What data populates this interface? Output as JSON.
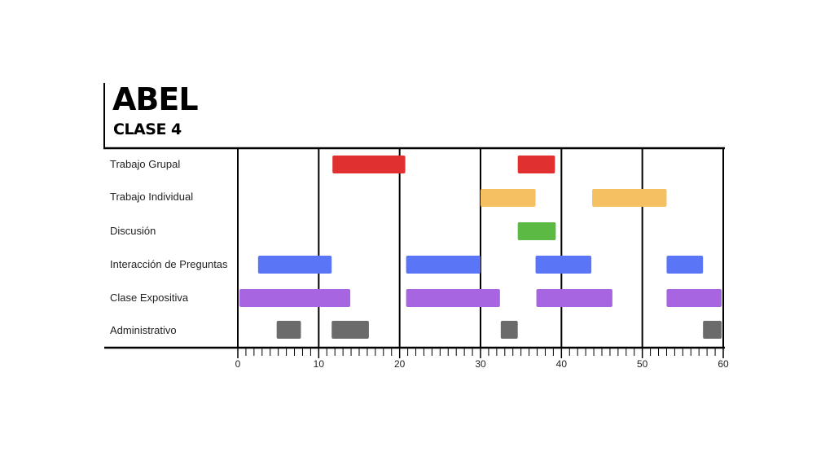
{
  "chart_data": {
    "type": "gantt",
    "title": "ABEL",
    "subtitle": "CLASE 4",
    "xlim": [
      0,
      60
    ],
    "x_ticks": [
      "0",
      "10",
      "20",
      "30",
      "40",
      "50",
      "60"
    ],
    "grid": true,
    "categories": [
      "Trabajo Grupal",
      "Trabajo Individual",
      "Discusión",
      "Interacción de Preguntas",
      "Clase Expositiva",
      "Administrativo"
    ],
    "series": [
      {
        "category": "Trabajo Grupal",
        "color": "#e0302f",
        "segments": [
          [
            11.7,
            20.7
          ],
          [
            34.6,
            39.2
          ]
        ]
      },
      {
        "category": "Trabajo Individual",
        "color": "#f4c061",
        "segments": [
          [
            30.0,
            36.8
          ],
          [
            43.8,
            53.0
          ]
        ]
      },
      {
        "category": "Discusión",
        "color": "#5cb944",
        "segments": [
          [
            34.6,
            39.3
          ]
        ]
      },
      {
        "category": "Interacción de Preguntas",
        "color": "#5a76f6",
        "segments": [
          [
            2.5,
            11.6
          ],
          [
            20.8,
            30.0
          ],
          [
            36.8,
            43.7
          ],
          [
            53.0,
            57.5
          ]
        ]
      },
      {
        "category": "Clase Expositiva",
        "color": "#a765e1",
        "segments": [
          [
            0.2,
            13.9
          ],
          [
            20.8,
            32.4
          ],
          [
            36.9,
            46.3
          ],
          [
            53.0,
            59.8
          ]
        ]
      },
      {
        "category": "Administrativo",
        "color": "#6b6b6b",
        "segments": [
          [
            4.8,
            7.8
          ],
          [
            11.6,
            16.2
          ],
          [
            32.5,
            34.6
          ],
          [
            57.5,
            59.8
          ]
        ]
      }
    ]
  }
}
